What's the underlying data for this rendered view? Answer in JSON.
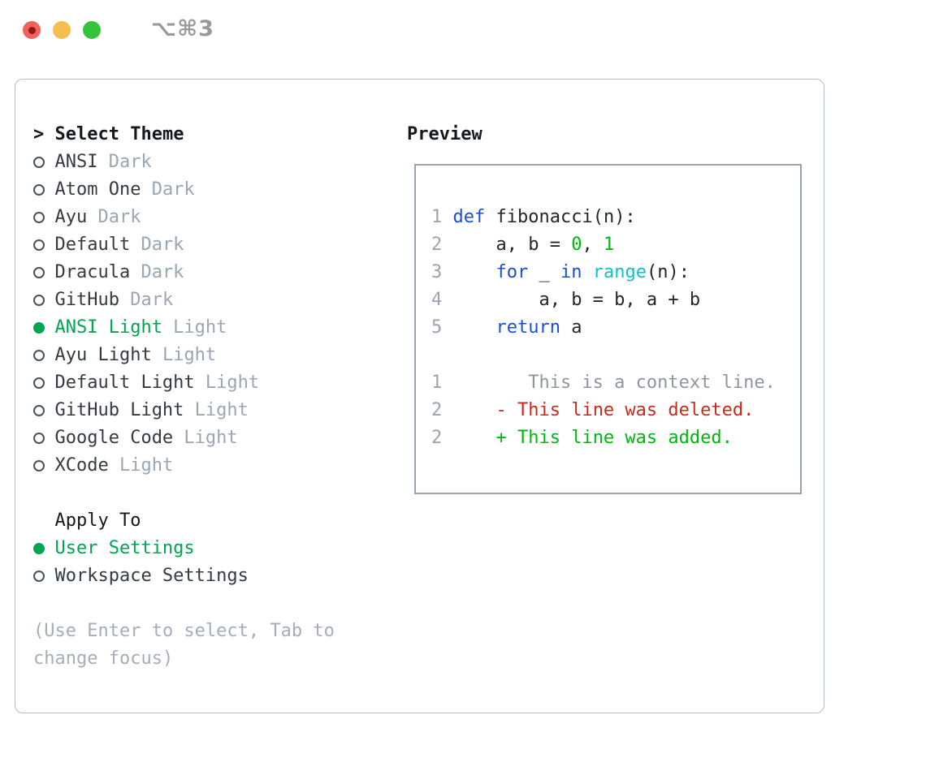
{
  "window": {
    "shortcut_label": "⌥⌘3",
    "traffic_lights": [
      {
        "name": "close",
        "color": "#f2615a",
        "dot": "#8c1d16"
      },
      {
        "name": "minimize",
        "color": "#f6bd4f"
      },
      {
        "name": "zoom",
        "color": "#34c43a"
      }
    ]
  },
  "colors": {
    "header": "#15191e",
    "text": "#22272d",
    "item": "#343a41",
    "muted": "#9aa6b2",
    "hint": "#a4aeb9",
    "green": "#00a550",
    "kw": "#1b4fd8",
    "num": "#00b70f",
    "fn": "#12c0ca",
    "del": "#ca2a1b",
    "add": "#00b70f",
    "ctx": "#8e979f",
    "ln": "#9aa5b1",
    "panel_border": "#b6bec8",
    "box_border": "#9aa3ad",
    "shortcut": "#98989d"
  },
  "selector": {
    "header": {
      "prompt": ">",
      "title": "Select Theme"
    },
    "themes": [
      {
        "name": "ANSI",
        "variant": "Dark",
        "selected": false
      },
      {
        "name": "Atom One",
        "variant": "Dark",
        "selected": false
      },
      {
        "name": "Ayu",
        "variant": "Dark",
        "selected": false
      },
      {
        "name": "Default",
        "variant": "Dark",
        "selected": false
      },
      {
        "name": "Dracula",
        "variant": "Dark",
        "selected": false
      },
      {
        "name": "GitHub",
        "variant": "Dark",
        "selected": false
      },
      {
        "name": "ANSI Light",
        "variant": "Light",
        "selected": true
      },
      {
        "name": "Ayu Light",
        "variant": "Light",
        "selected": false
      },
      {
        "name": "Default Light",
        "variant": "Light",
        "selected": false
      },
      {
        "name": "GitHub Light",
        "variant": "Light",
        "selected": false
      },
      {
        "name": "Google Code",
        "variant": "Light",
        "selected": false
      },
      {
        "name": "XCode",
        "variant": "Light",
        "selected": false
      }
    ],
    "apply_to": {
      "title": "Apply To",
      "options": [
        {
          "label": "User Settings",
          "selected": true
        },
        {
          "label": "Workspace Settings",
          "selected": false
        }
      ]
    },
    "hint_lines": [
      "(Use Enter to select, Tab to",
      "change focus)"
    ]
  },
  "preview": {
    "title": "Preview",
    "code_lines": [
      [
        {
          "t": "1",
          "c": "ln"
        },
        {
          "t": " ",
          "c": "pl"
        },
        {
          "t": "def",
          "c": "kw"
        },
        {
          "t": " fibonacci(n):",
          "c": "pl"
        }
      ],
      [
        {
          "t": "2",
          "c": "ln"
        },
        {
          "t": "     a, b = ",
          "c": "pl"
        },
        {
          "t": "0",
          "c": "num"
        },
        {
          "t": ", ",
          "c": "pl"
        },
        {
          "t": "1",
          "c": "num"
        }
      ],
      [
        {
          "t": "3",
          "c": "ln"
        },
        {
          "t": "     ",
          "c": "pl"
        },
        {
          "t": "for",
          "c": "kw"
        },
        {
          "t": " _ ",
          "c": "pl"
        },
        {
          "t": "in",
          "c": "kw"
        },
        {
          "t": " ",
          "c": "pl"
        },
        {
          "t": "range",
          "c": "fn"
        },
        {
          "t": "(n):",
          "c": "pl"
        }
      ],
      [
        {
          "t": "4",
          "c": "ln"
        },
        {
          "t": "         a, b = b, a + b",
          "c": "pl"
        }
      ],
      [
        {
          "t": "5",
          "c": "ln"
        },
        {
          "t": "     ",
          "c": "pl"
        },
        {
          "t": "return",
          "c": "kw"
        },
        {
          "t": " a",
          "c": "pl"
        }
      ]
    ],
    "diff_lines": [
      [
        {
          "t": "1",
          "c": "ln"
        },
        {
          "t": "        This is a context line.",
          "c": "ctx"
        }
      ],
      [
        {
          "t": "2",
          "c": "ln"
        },
        {
          "t": "     ",
          "c": "pl"
        },
        {
          "t": "- This line was deleted.",
          "c": "del"
        }
      ],
      [
        {
          "t": "2",
          "c": "ln"
        },
        {
          "t": "     ",
          "c": "pl"
        },
        {
          "t": "+ This line was added.",
          "c": "add"
        }
      ]
    ]
  }
}
